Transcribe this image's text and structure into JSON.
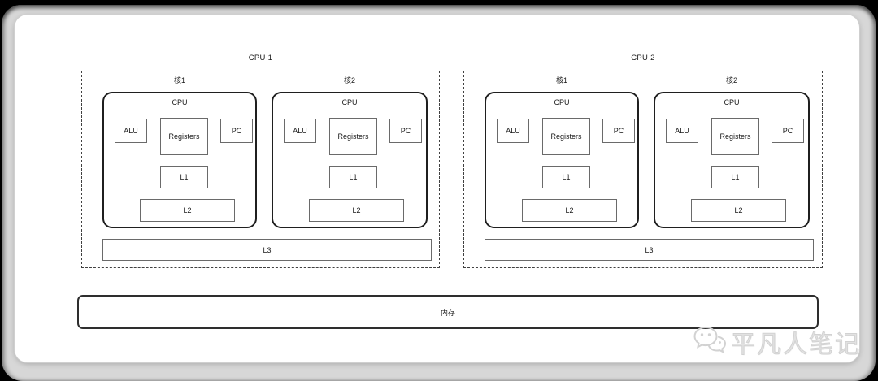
{
  "diagram": {
    "cpus": [
      {
        "title": "CPU 1",
        "l3": "L3",
        "cores": [
          {
            "name": "核1",
            "cpu": "CPU",
            "alu": "ALU",
            "registers": "Registers",
            "pc": "PC",
            "l1": "L1",
            "l2": "L2"
          },
          {
            "name": "核2",
            "cpu": "CPU",
            "alu": "ALU",
            "registers": "Registers",
            "pc": "PC",
            "l1": "L1",
            "l2": "L2"
          }
        ]
      },
      {
        "title": "CPU 2",
        "l3": "L3",
        "cores": [
          {
            "name": "核1",
            "cpu": "CPU",
            "alu": "ALU",
            "registers": "Registers",
            "pc": "PC",
            "l1": "L1",
            "l2": "L2"
          },
          {
            "name": "核2",
            "cpu": "CPU",
            "alu": "ALU",
            "registers": "Registers",
            "pc": "PC",
            "l1": "L1",
            "l2": "L2"
          }
        ]
      }
    ],
    "memory": "内存"
  },
  "watermark": {
    "text": "平凡人笔记",
    "icon": "wechat-icon"
  },
  "colors": {
    "frame_bg": "#000000",
    "bezel": "#d7d7d7",
    "card": "#ffffff",
    "line_dark": "#1f1f1f",
    "line_gray": "#6a6a6a",
    "dashed": "#404040",
    "text": "#1a1a1a",
    "watermark": "#e2e2e2"
  }
}
